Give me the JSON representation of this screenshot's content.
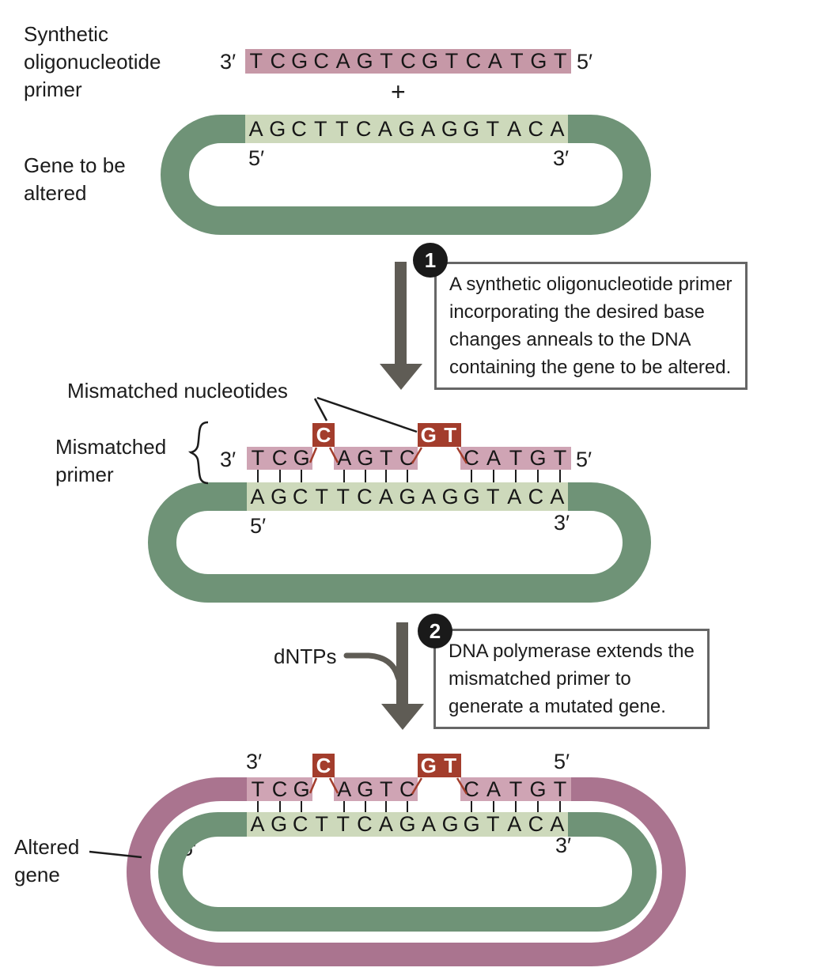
{
  "colors": {
    "primer_pink": "#c698a7",
    "primer_pink_light": "#cfa4b4",
    "mauve_ring": "#aa748f",
    "green_ring": "#6f9377",
    "template_green": "#cdd9bb",
    "mismatch_red": "#a33d2c",
    "arrow_gray": "#5f5c55"
  },
  "labels": {
    "synthetic_primer": [
      "Synthetic",
      "oligonucleotide",
      "primer"
    ],
    "gene_to_be_altered": [
      "Gene to be",
      "altered"
    ],
    "plus": "+",
    "mismatched_nucleotides": "Mismatched nucleotides",
    "mismatched_primer": [
      "Mismatched",
      "primer"
    ],
    "dntps": "dNTPs",
    "altered_gene": [
      "Altered",
      "gene"
    ]
  },
  "duplex": {
    "primer_full": "TCGCAGTCGTCATGT",
    "template": "AGCTTCAGAGGTACA",
    "seg1": "TCG",
    "mm1": "C",
    "seg2": "AGTC",
    "mm2": "GT",
    "seg3": "CATGT",
    "three_prime": "3′",
    "five_prime": "5′"
  },
  "steps": [
    {
      "number": "1",
      "lines": [
        "A synthetic oligonucleotide primer",
        "incorporating the desired base",
        "changes anneals to the DNA",
        "containing the gene to be altered."
      ]
    },
    {
      "number": "2",
      "lines": [
        "DNA polymerase extends the",
        "mismatched primer to",
        "generate a mutated gene."
      ]
    }
  ]
}
